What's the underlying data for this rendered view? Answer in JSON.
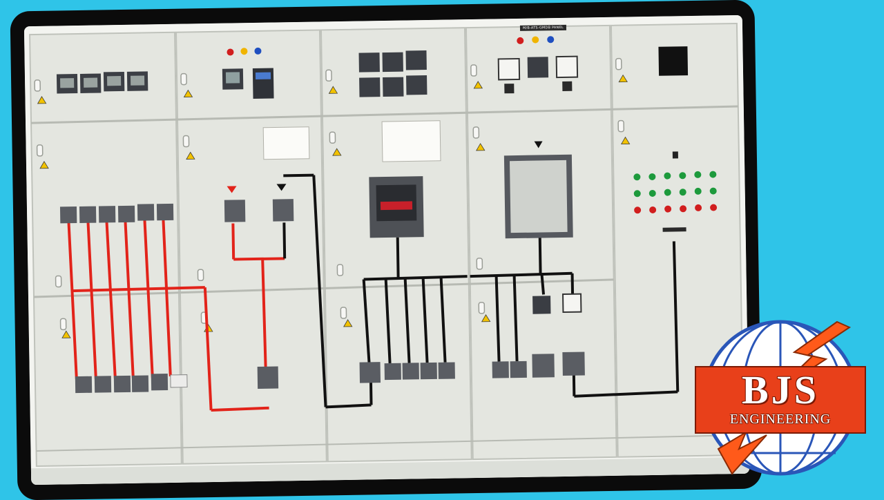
{
  "scene": {
    "subject": "switchgear-panel",
    "colors": {
      "background": "#2fc4e8",
      "frame": "#0b0b0b",
      "cabinet": "#e3e5df",
      "busbar_red": "#e2231a",
      "busbar_black": "#111111",
      "breaker": "#5a5d63"
    }
  },
  "panel": {
    "label": "M/B-ATS-GMDB PANEL"
  },
  "logo": {
    "title": "BJS",
    "subtitle": "ENGINEERING",
    "colors": {
      "box": "#e8401a",
      "globe": "#2a56b8",
      "bolt": "#ff5a1a"
    }
  }
}
